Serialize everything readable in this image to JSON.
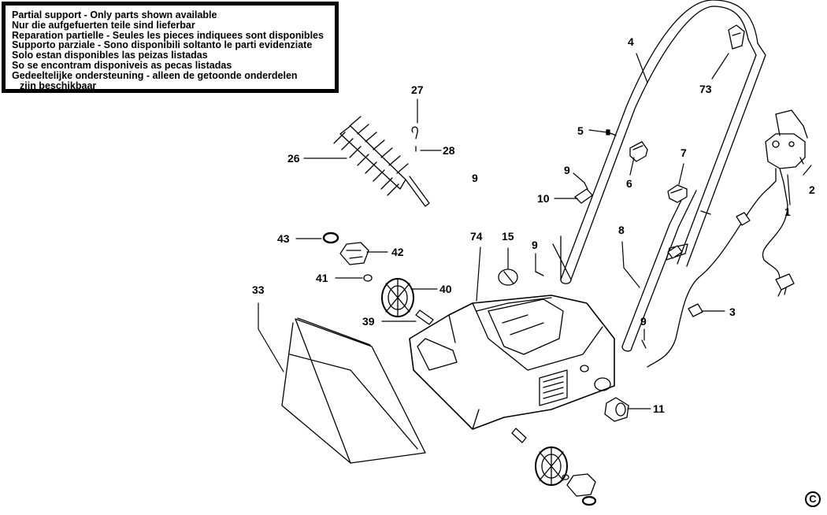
{
  "notice": {
    "lines": [
      "Partial support - Only parts shown available",
      "Nur die aufgefuerten teile sind lieferbar",
      "Reparation partielle - Seules les pieces indiquees sont disponibles",
      "Supporto parziale - Sono disponibili soltanto le parti evidenziate",
      "Solo estan disponibles las peizas listadas",
      "So se encontram disponiveis as pecas listadas",
      "Gedeeltelijke ondersteuning - alleen de getoonde onderdelen",
      "zijn beschikbaar"
    ]
  },
  "callouts": {
    "c1": "1",
    "c2": "2",
    "c3": "3",
    "c4": "4",
    "c5": "5",
    "c6": "6",
    "c7": "7",
    "c8": "8",
    "c9a": "9",
    "c9b": "9",
    "c9c": "9",
    "c9d": "9",
    "c10": "10",
    "c11": "11",
    "c15": "15",
    "c26": "26",
    "c27": "27",
    "c28": "28",
    "c33": "33",
    "c39": "39",
    "c40": "40",
    "c41": "41",
    "c42": "42",
    "c43": "43",
    "c73": "73",
    "c74": "74"
  },
  "copyright": "C"
}
